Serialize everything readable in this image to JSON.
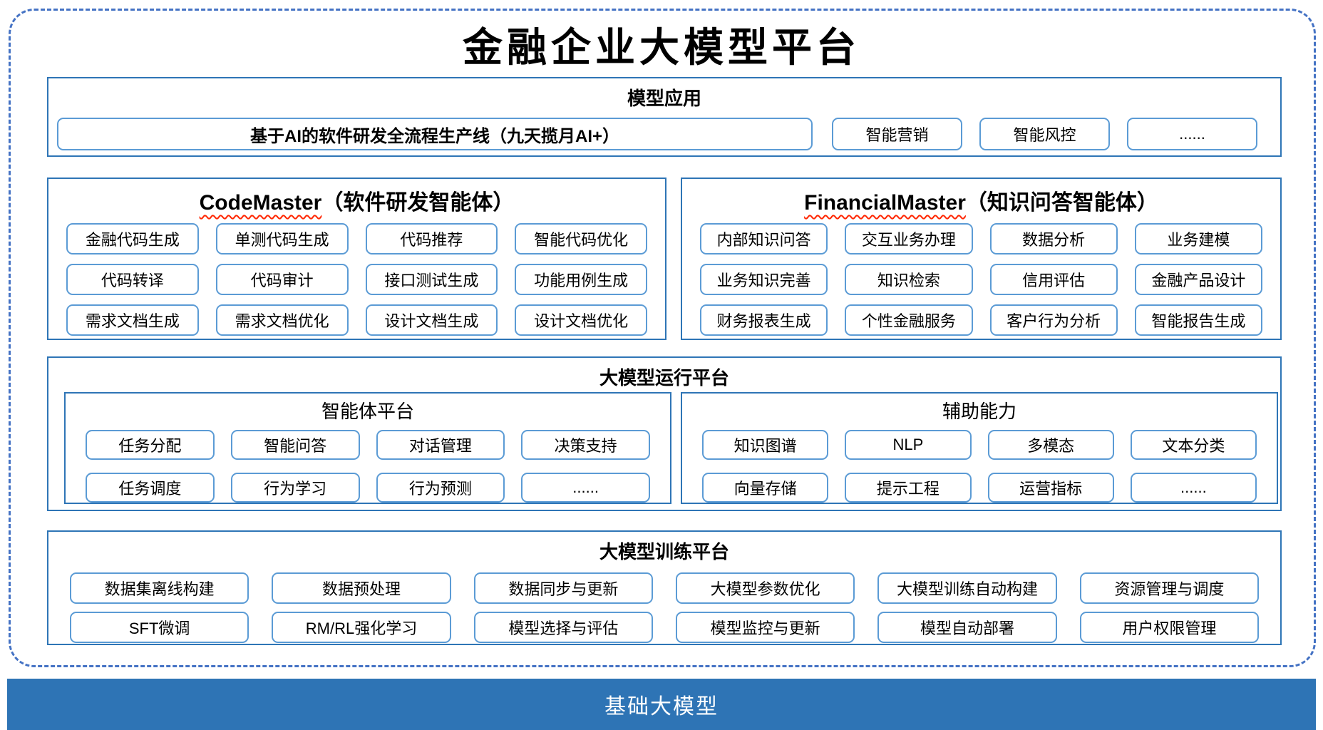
{
  "page": {
    "title": "金融企业大模型平台"
  },
  "colors": {
    "section_border_blue": "#2E75B6",
    "item_border_blue": "#5B9BD5",
    "dashed_border_blue": "#4472C4",
    "base_bar_blue": "#2E74B5",
    "spellcheck_squiggle_red": "#FF2600"
  },
  "sections": {
    "model_app": {
      "title": "模型应用",
      "main_item": "基于AI的软件研发全流程生产线（九天揽月AI+）",
      "items": [
        "智能营销",
        "智能风控",
        "......"
      ]
    },
    "code_master": {
      "title_en": "CodeMaster",
      "title_zh": "（软件研发智能体）",
      "items": [
        "金融代码生成",
        "单测代码生成",
        "代码推荐",
        "智能代码优化",
        "代码转译",
        "代码审计",
        "接口测试生成",
        "功能用例生成",
        "需求文档生成",
        "需求文档优化",
        "设计文档生成",
        "设计文档优化"
      ]
    },
    "financial_master": {
      "title_en": "FinancialMaster",
      "title_zh": "（知识问答智能体）",
      "items": [
        "内部知识问答",
        "交互业务办理",
        "数据分析",
        "业务建模",
        "业务知识完善",
        "知识检索",
        "信用评估",
        "金融产品设计",
        "财务报表生成",
        "个性金融服务",
        "客户行为分析",
        "智能报告生成"
      ]
    },
    "runtime_platform": {
      "title": "大模型运行平台",
      "agent_platform": {
        "title": "智能体平台",
        "items": [
          "任务分配",
          "智能问答",
          "对话管理",
          "决策支持",
          "任务调度",
          "行为学习",
          "行为预测",
          "......"
        ]
      },
      "aux_capabilities": {
        "title": "辅助能力",
        "items": [
          "知识图谱",
          "NLP",
          "多模态",
          "文本分类",
          "向量存储",
          "提示工程",
          "运营指标",
          "......"
        ]
      }
    },
    "training_platform": {
      "title": "大模型训练平台",
      "items": [
        "数据集离线构建",
        "数据预处理",
        "数据同步与更新",
        "大模型参数优化",
        "大模型训练自动构建",
        "资源管理与调度",
        "SFT微调",
        "RM/RL强化学习",
        "模型选择与评估",
        "模型监控与更新",
        "模型自动部署",
        "用户权限管理"
      ]
    },
    "base_model": {
      "title": "基础大模型"
    }
  }
}
